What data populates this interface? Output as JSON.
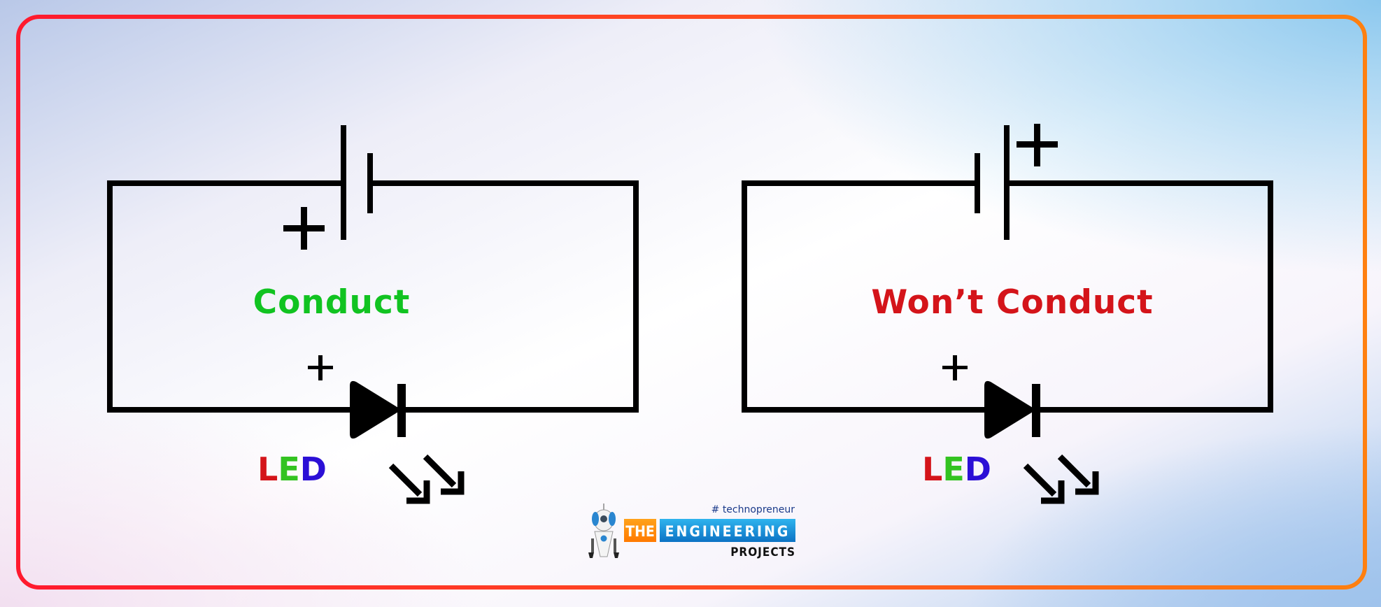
{
  "colors": {
    "frame_left": "#ff1a2e",
    "frame_right": "#ff8010",
    "wire": "#000000",
    "conduct": "#11c321",
    "wont_conduct": "#d4141a",
    "led_L": "#d4141a",
    "led_E": "#33c321",
    "led_D": "#2b0fd6",
    "logo_orange": "#ff8a00",
    "logo_blue": "#1596d8",
    "logo_tag": "#1a3a8a"
  },
  "circuits": [
    {
      "id": "forward-bias",
      "status_label": "Conduct",
      "battery_plus": "+",
      "diode_plus": "+",
      "led_label": [
        "L",
        "E",
        "D"
      ]
    },
    {
      "id": "reverse-bias",
      "status_label": "Won’t Conduct",
      "battery_plus": "+",
      "diode_plus": "+",
      "led_label": [
        "L",
        "E",
        "D"
      ]
    }
  ],
  "logo": {
    "tagline": "# technopreneur",
    "word_the": "THE",
    "word_engineering": "ENGINEERING",
    "word_projects": "PROJECTS"
  }
}
